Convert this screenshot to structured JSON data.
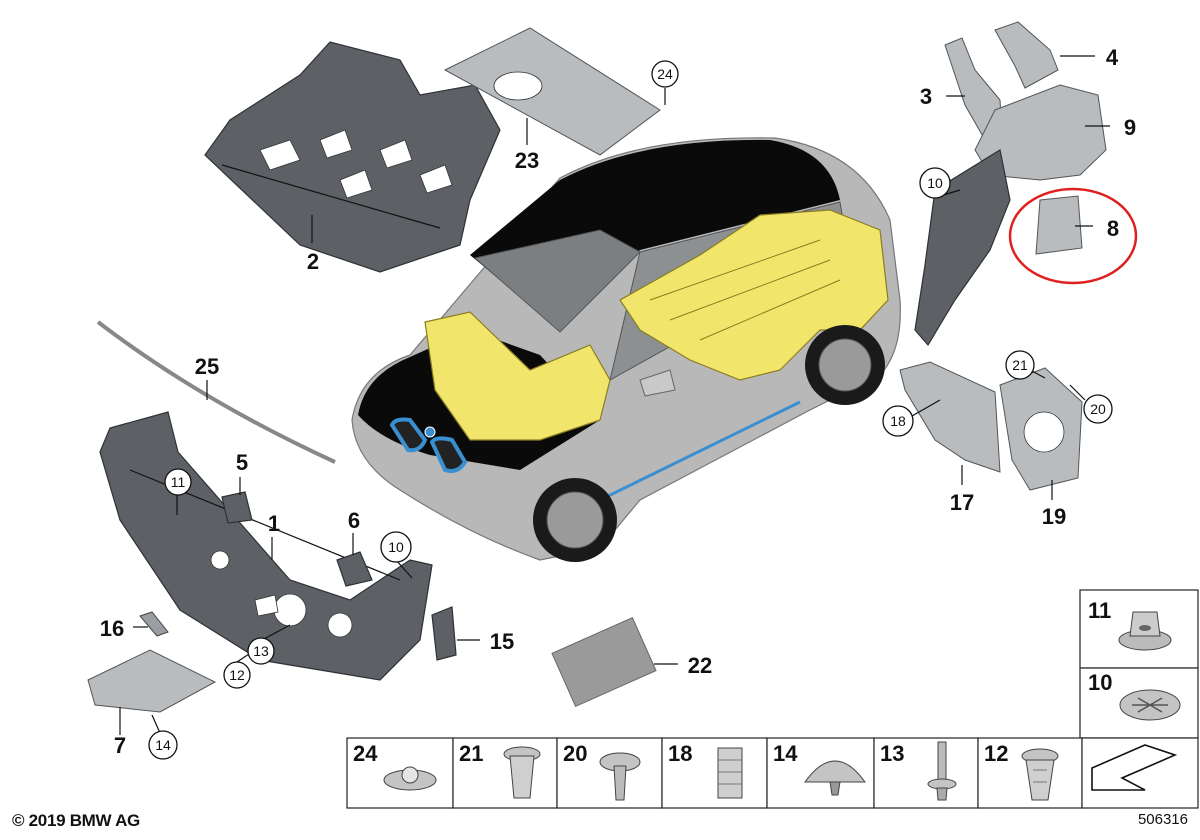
{
  "footer": {
    "copyright": "© 2019 BMW AG",
    "drawing_number": "506316"
  },
  "colors": {
    "highlight_ring": "#e02020",
    "insulation_yellow": "#f2e56b",
    "car_body": "#b8b8b8",
    "car_roof": "#0a0a0a",
    "accent_blue": "#3a8fd0"
  },
  "callouts": {
    "c1": "1",
    "c2": "2",
    "c3": "3",
    "c4": "4",
    "c5": "5",
    "c6": "6",
    "c7": "7",
    "c8": "8",
    "c9": "9",
    "c10a": "10",
    "c10b": "10",
    "c11": "11",
    "c12": "12",
    "c13": "13",
    "c14": "14",
    "c15": "15",
    "c16": "16",
    "c17": "17",
    "c18": "18",
    "c19": "19",
    "c20": "20",
    "c21": "21",
    "c22": "22",
    "c23": "23",
    "c24": "24",
    "c25": "25"
  },
  "fastener_table": {
    "bottom_row": [
      "24",
      "21",
      "20",
      "18",
      "14",
      "13",
      "12"
    ],
    "side_column": [
      "11",
      "10"
    ]
  }
}
